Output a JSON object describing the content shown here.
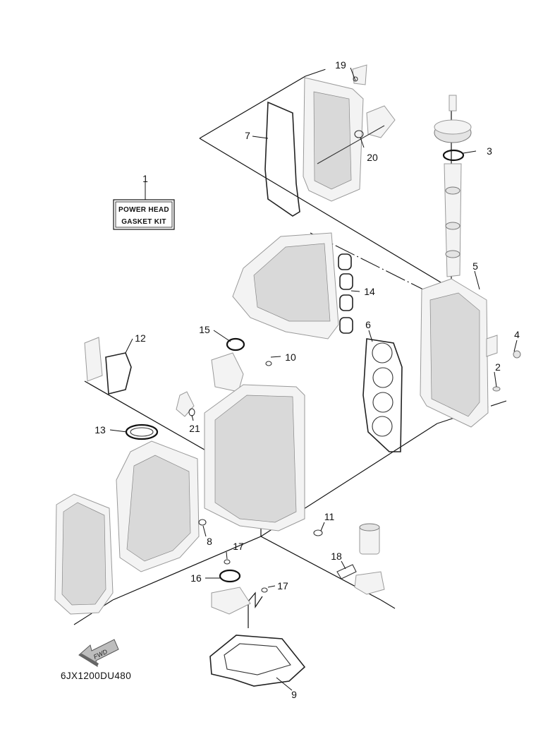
{
  "kit_label": {
    "line1": "POWER HEAD",
    "line2": "GASKET KIT"
  },
  "diagram_code": "6JX1200DU480",
  "fwd_label": "FWD",
  "callouts": {
    "c1": "1",
    "c2": "2",
    "c3": "3",
    "c4": "4",
    "c5": "5",
    "c6": "6",
    "c7": "7",
    "c8": "8",
    "c9": "9",
    "c10": "10",
    "c11": "11",
    "c12": "12",
    "c13": "13",
    "c14": "14",
    "c15": "15",
    "c16": "16",
    "c17a": "17",
    "c17b": "17",
    "c18": "18",
    "c19": "19",
    "c20": "20",
    "c21": "21"
  }
}
